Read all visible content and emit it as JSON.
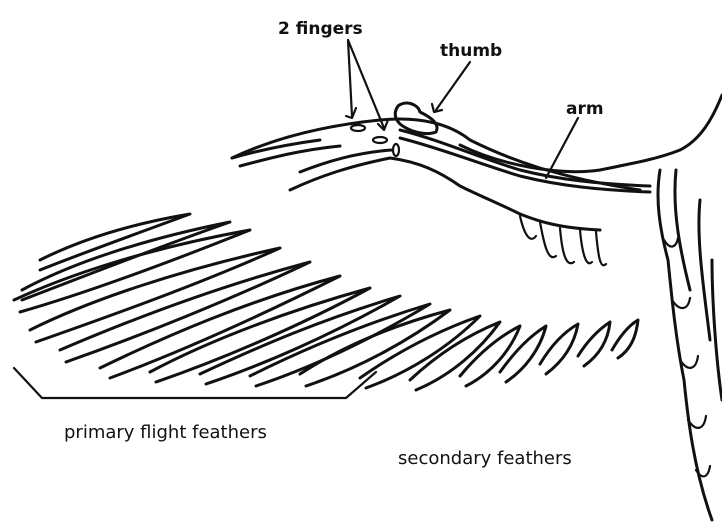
{
  "labels": {
    "fingers": "2 fingers",
    "thumb": "thumb",
    "arm": "arm",
    "primary": "primary flight feathers",
    "secondary": "secondary feathers"
  }
}
